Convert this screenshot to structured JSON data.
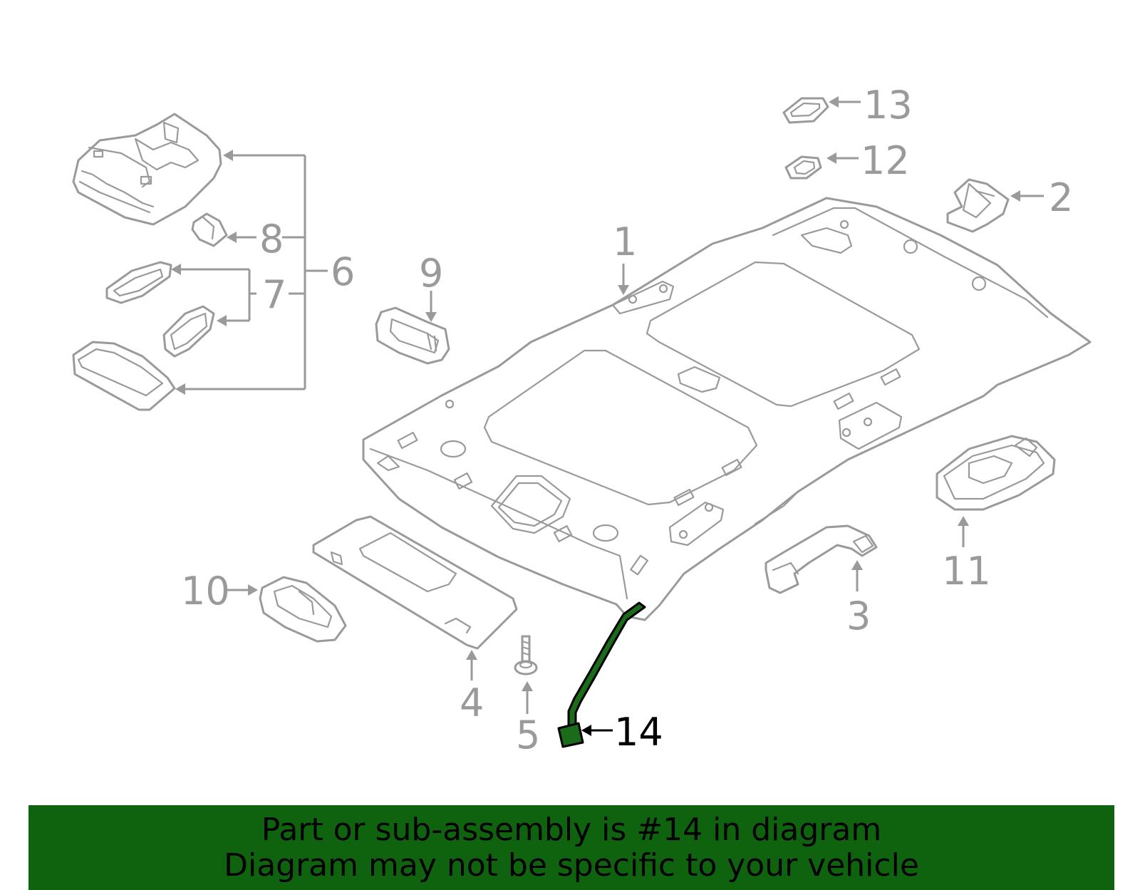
{
  "diagram": {
    "callouts": [
      {
        "id": "1",
        "label": "1"
      },
      {
        "id": "2",
        "label": "2"
      },
      {
        "id": "3",
        "label": "3"
      },
      {
        "id": "4",
        "label": "4"
      },
      {
        "id": "5",
        "label": "5"
      },
      {
        "id": "6",
        "label": "6"
      },
      {
        "id": "7",
        "label": "7"
      },
      {
        "id": "8",
        "label": "8"
      },
      {
        "id": "9",
        "label": "9"
      },
      {
        "id": "10",
        "label": "10"
      },
      {
        "id": "11",
        "label": "11"
      },
      {
        "id": "12",
        "label": "12"
      },
      {
        "id": "13",
        "label": "13"
      },
      {
        "id": "14",
        "label": "14"
      }
    ],
    "highlighted_part": "14",
    "colors": {
      "part_stroke": "#9a9a9a",
      "highlight_fill": "#1a6b1a",
      "banner_background": "#0f630f",
      "text_dark": "#000000"
    }
  },
  "banner": {
    "line1": "Part or sub-assembly is #14 in diagram",
    "line2": "Diagram may not be specific to your vehicle"
  }
}
